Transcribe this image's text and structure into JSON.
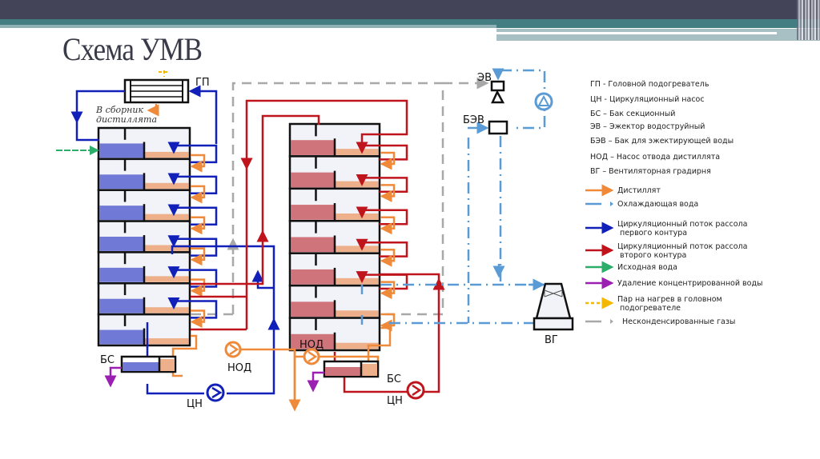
{
  "slide": {
    "title": "Схема УМВ"
  },
  "labels": {
    "gp": "ГП",
    "to_distillate_collector_1": "В сборник",
    "to_distillate_collector_2": "дистиллята",
    "bs_left": "БС",
    "bs_right": "БС",
    "nod_left": "НОД",
    "nod_right": "НОД",
    "cn_left": "ЦН",
    "cn_right": "ЦН",
    "ev": "ЭВ",
    "bev": "БЭВ",
    "vg": "ВГ"
  },
  "abbreviations": [
    {
      "text": "ГП - Головной подогреватель"
    },
    {
      "text": "ЦН - Циркуляционный насос"
    },
    {
      "text": "БС – Бак секционный"
    },
    {
      "text": "ЭВ – Эжектор водоструйный"
    },
    {
      "text": "БЭВ – Бак для эжектирующей воды"
    },
    {
      "text": "НОД – Насос отвода дистиллята"
    },
    {
      "text": "ВГ – Вентиляторная градирня"
    }
  ],
  "legend": [
    {
      "line1": "Дистиллят",
      "line2": "",
      "color": "#ef8a3a",
      "style": "solid"
    },
    {
      "line1": "Охлаждающая вода",
      "line2": "",
      "color": "#5b9bd5",
      "style": "dash-dot"
    },
    {
      "line1": "Циркуляционный поток рассола",
      "line2": "первого контура",
      "color": "#1020b8",
      "style": "solid"
    },
    {
      "line1": "Циркуляционный поток рассола",
      "line2": "второго контура",
      "color": "#c0141c",
      "style": "solid"
    },
    {
      "line1": "Исходная вода",
      "line2": "",
      "color": "#2cae6a",
      "style": "solid"
    },
    {
      "line1": "Удаление концентрированной воды",
      "line2": "",
      "color": "#9b1fb0",
      "style": "solid"
    },
    {
      "line1": "Пар на нагрев в головном",
      "line2": "подогревателе",
      "color": "#f5b800",
      "style": "dashed"
    },
    {
      "line1": "Несконденсированные газы",
      "line2": "",
      "color": "#a8a8a8",
      "style": "dashed"
    }
  ],
  "colors": {
    "brine1_fill": "#7079d6",
    "brine2_fill": "#d0747c",
    "distillate_fill": "#edb08a",
    "chamber_bg": "#f1f3f8"
  }
}
